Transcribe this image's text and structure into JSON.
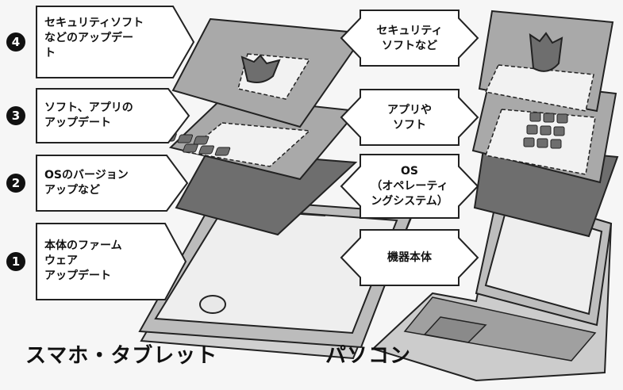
{
  "left_labels": [
    {
      "num": "4",
      "lines": [
        "セキュリティソフト",
        "などのアップデー",
        "ト"
      ]
    },
    {
      "num": "3",
      "lines": [
        "ソフト、アプリの",
        "アップデート"
      ]
    },
    {
      "num": "2",
      "lines": [
        "OSのバージョン",
        "アップなど"
      ]
    },
    {
      "num": "1",
      "lines": [
        "本体のファーム",
        "ウェア",
        "アップデート"
      ]
    }
  ],
  "middle_labels": [
    {
      "lines": [
        "セキュリティ",
        "ソフトなど"
      ]
    },
    {
      "lines": [
        "アプリや",
        "ソフト"
      ]
    },
    {
      "lines": [
        "OS",
        "（オペレーティ",
        "ングシステム）"
      ]
    },
    {
      "lines": [
        "機器本体"
      ]
    }
  ],
  "captions": {
    "left": "スマホ・タブレット",
    "right": "パソコン"
  },
  "icons": [
    "shield-crown-icon",
    "app-grid-icon"
  ],
  "colors": {
    "layer_light": "#a9a9a9",
    "layer_dark": "#6e6e6e",
    "outline": "#222222"
  }
}
